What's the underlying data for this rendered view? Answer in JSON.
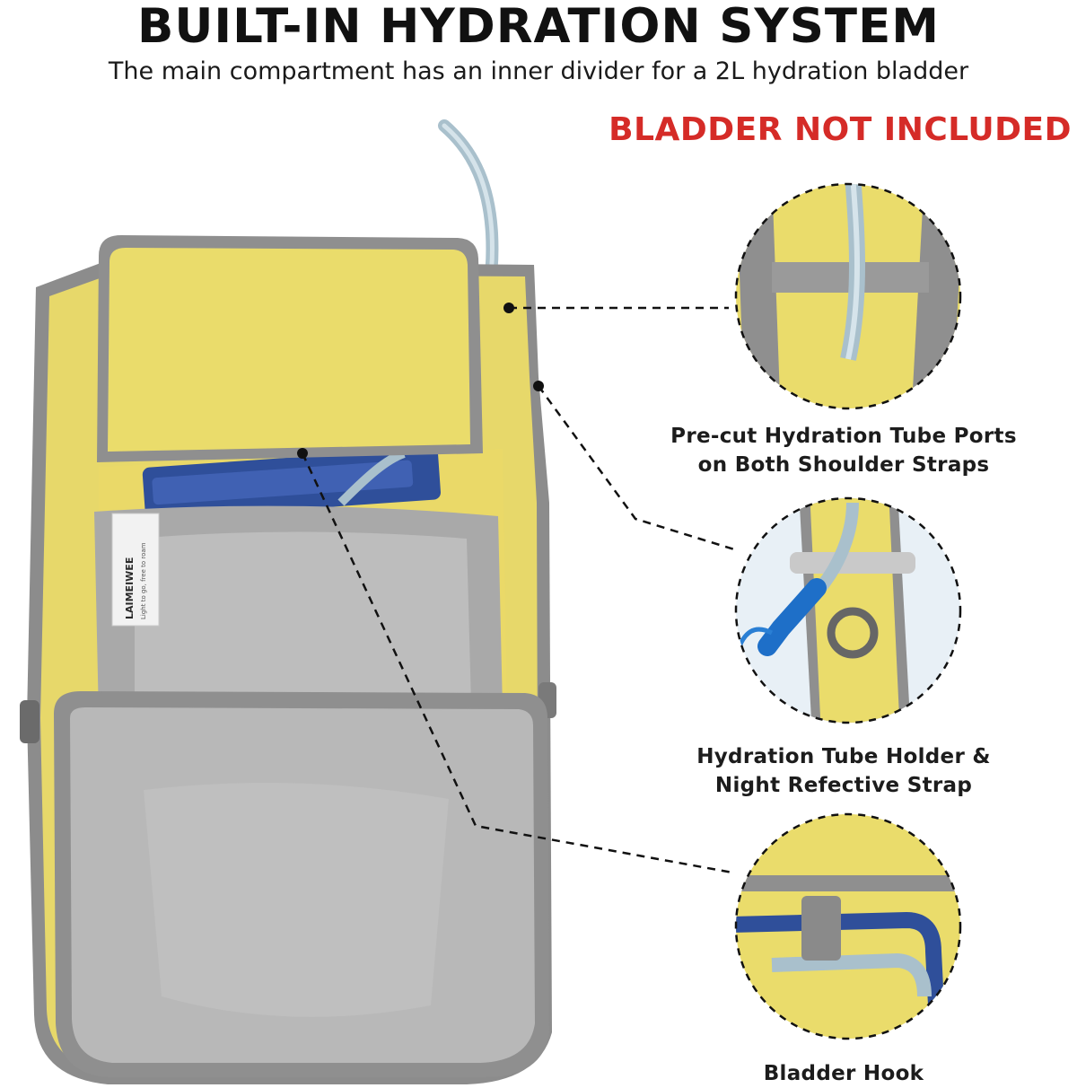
{
  "header": {
    "title": "BUILT-IN HYDRATION SYSTEM",
    "subtitle": "The main compartment has an inner divider for a 2L hydration bladder",
    "warning": "BLADDER NOT INCLUDED"
  },
  "callouts": [
    {
      "label_line1": "Pre-cut Hydration Tube Ports",
      "label_line2": "on Both Shoulder Straps"
    },
    {
      "label_line1": "Hydration Tube Holder &",
      "label_line2": "Night Refective Strap"
    },
    {
      "label_line1": "Bladder Hook"
    }
  ],
  "product_label": {
    "brand": "LAIMEIWEE",
    "tagline": "Light to go, free to roam"
  },
  "colors": {
    "accent_red": "#d52b27",
    "backpack_yellow": "#e9dd6a",
    "trim_gray": "#8f8f8f",
    "lining_gray": "#b9b9b9",
    "tube_blue": "#2a4fa0"
  }
}
